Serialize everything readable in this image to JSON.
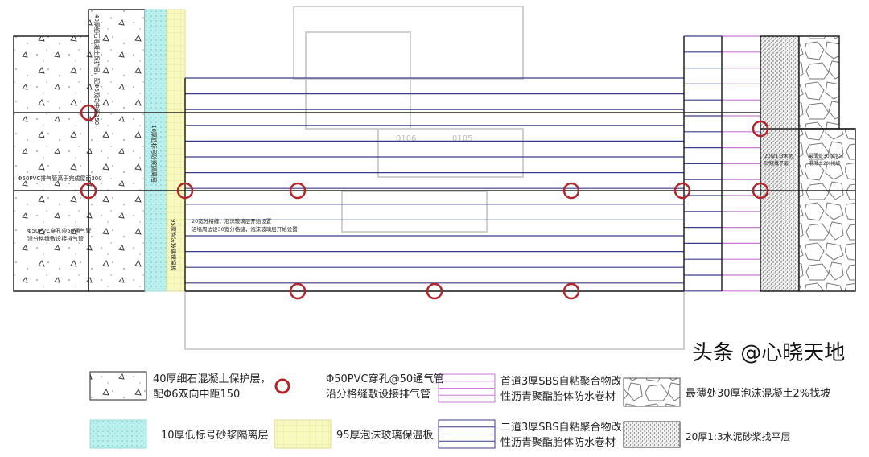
{
  "colors": {
    "vent_circle": "#b0262c",
    "membrane_first": "#c67bd0",
    "membrane_second": "#3a3a8a",
    "mortar": "#9ee6e0",
    "insulation": "#f5f7a8",
    "outline": "#222222"
  },
  "plan_labels": {
    "protective_layer": "40厚细石混凝土保护层，配Φ6双向中距150",
    "vent_pipe_height": "Φ50PVC排气管高于完成屋面300",
    "vent_pipe_route_1": "Φ50PVC穿孔@50通气管",
    "vent_pipe_route_2": "沿分格缝敷设接排气管",
    "isolation_layer": "10厚低标号砂浆隔离层",
    "insulation_layer": "95厚泡沫玻璃保温板",
    "joint_note_1": "20宽分格缝，泡沫玻璃层开始设置",
    "joint_note_2": "沿墙周边设30宽分格缝，泡沫玻璃层开始设置",
    "leveling_1": "20厚1:3水泥",
    "leveling_2": "砂浆找平层",
    "slope_1": "最薄处30厚泡沫",
    "slope_2": "混凝土2%找坡",
    "room_1": "0106",
    "room_2": "0105"
  },
  "legend": [
    {
      "icon": "fine-concrete-pattern",
      "line1": "40厚细石混凝土保护层，",
      "line2": "配Φ6双向中距150"
    },
    {
      "icon": "red-circle",
      "line1": "Φ50PVC穿孔@50通气管",
      "line2": "沿分格缝敷设接排气管"
    },
    {
      "icon": "purple-lines",
      "line1": "首道3厚SBS自粘聚合物改",
      "line2": "性沥青聚酯胎体防水卷材"
    },
    {
      "icon": "stone-pattern",
      "line1": "最薄处30厚泡沫混凝土2%找坡",
      "line2": ""
    },
    {
      "icon": "cyan-dots",
      "line1": "10厚低标号砂浆隔离层",
      "line2": ""
    },
    {
      "icon": "yellow-grid",
      "line1": "95厚泡沫玻璃保温板",
      "line2": ""
    },
    {
      "icon": "blue-lines",
      "line1": "二道3厚SBS自粘聚合物改",
      "line2": "性沥青聚酯胎体防水卷材"
    },
    {
      "icon": "dense-dots",
      "line1": "20厚1:3水泥砂浆找平层",
      "line2": ""
    }
  ],
  "watermark": "头条 @心晓天地"
}
